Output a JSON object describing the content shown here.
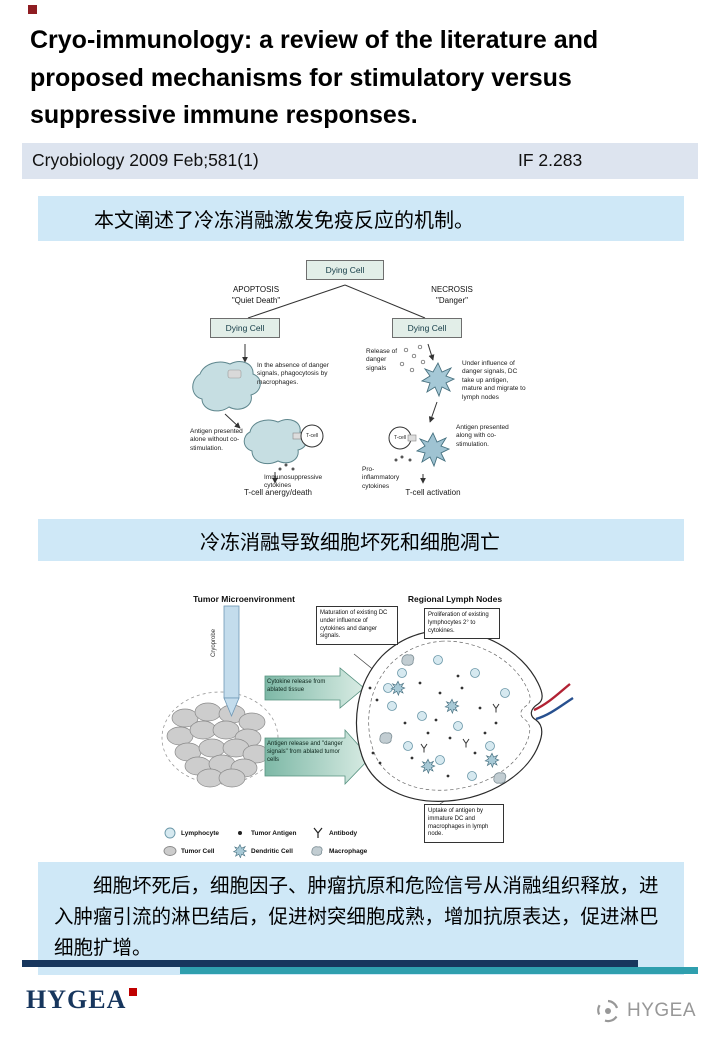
{
  "title": "Cryo-immunology: a review of the literature and proposed mechanisms for stimulatory versus suppressive immune responses.",
  "meta": {
    "journal": "Cryobiology 2009 Feb;581(1)",
    "impact_factor": "IF 2.283"
  },
  "highlights": {
    "intro": "本文阐述了冷冻消融激发免疫反应的机制。",
    "mid": "冷冻消融导致细胞坏死和细胞凋亡",
    "summary": "细胞坏死后，细胞因子、肿瘤抗原和危险信号从消融组织释放，进入肿瘤引流的淋巴结后，促进树突细胞成熟，增加抗原表达，促进淋巴细胞扩增。"
  },
  "figure1": {
    "dying_cell_top": "Dying Cell",
    "apoptosis_title": "APOPTOSIS",
    "apoptosis_sub": "\"Quiet Death\"",
    "necrosis_title": "NECROSIS",
    "necrosis_sub": "\"Danger\"",
    "dying_cell_left": "Dying Cell",
    "dying_cell_right": "Dying Cell",
    "left_note": "In the absence of danger signals, phagocytosis by macrophages.",
    "release_note": "Release of danger signals",
    "right_note": "Under influence of danger signals, DC take up antigen, mature and migrate to lymph nodes",
    "antigen_left": "Antigen presented alone without co-stimulation.",
    "tcell_left": "T-cell",
    "immunosuppressive": "Immunosuppressive cytokines",
    "anergy": "T-cell anergy/death",
    "antigen_right": "Antigen presented along with co-stimulation.",
    "tcell_right": "T-cell",
    "proinflammatory": "Pro-inflammatory cytokines",
    "activation": "T-cell activation"
  },
  "figure2": {
    "left_header": "Tumor Microenvironment",
    "right_header": "Regional Lymph Nodes",
    "cryoprobe": "Cryoprobe",
    "arrow_cytokine": "Cytokine release from ablated tissue",
    "arrow_antigen": "Antigen release and \"danger signals\" from ablated tumor cells",
    "callout_maturation": "Maturation of existing DC under influence of cytokines and danger signals.",
    "callout_proliferation": "Proliferation of existing lymphocytes 2° to cytokines.",
    "callout_uptake": "Uptake of antigen by immature DC and macrophages in lymph node.",
    "legend": [
      {
        "label": "Lymphocyte"
      },
      {
        "label": "Tumor Antigen"
      },
      {
        "label": "Antibody"
      },
      {
        "label": "Tumor Cell"
      },
      {
        "label": "Dendritic Cell"
      },
      {
        "label": "Macrophage"
      }
    ]
  },
  "footer": {
    "logo": "HYGEA",
    "watermark": "HYGEA"
  },
  "colors": {
    "highlight_bar": "#cfe8f7",
    "meta_bar": "#dde4ef",
    "navy": "#17365d",
    "teal": "#2f9fae",
    "brand_red": "#c00000"
  }
}
